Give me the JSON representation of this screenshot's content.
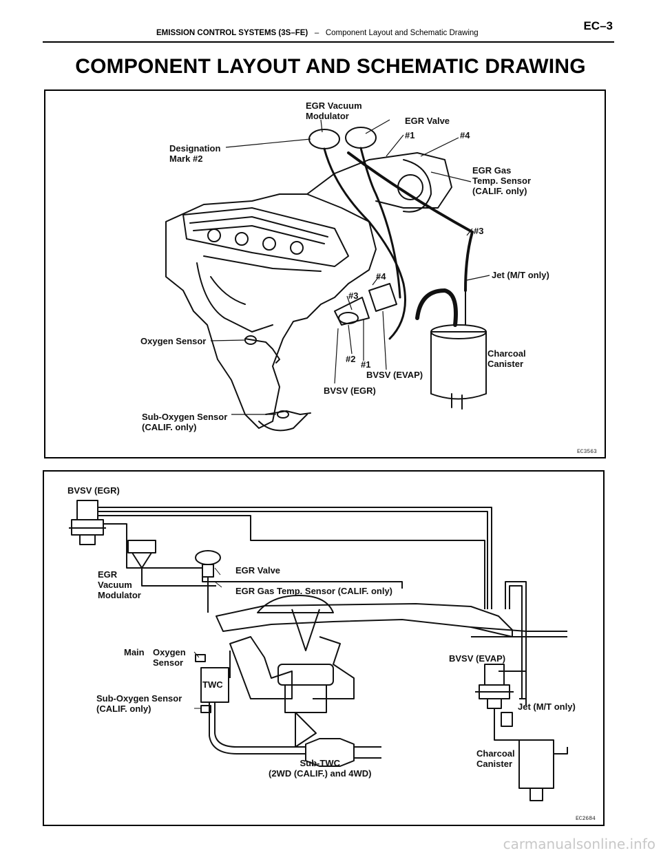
{
  "header": {
    "section": "EMISSION CONTROL SYSTEMS (3S–FE)",
    "separator": "–",
    "subsection": "Component Layout and Schematic Drawing",
    "page": "EC–3"
  },
  "page_title": "COMPONENT LAYOUT AND SCHEMATIC DRAWING",
  "layout_figure": {
    "code": "EC3563",
    "labels": {
      "egr_vacuum_modulator": "EGR Vacuum\nModulator",
      "egr_valve": "EGR Valve",
      "mark_1": "#1",
      "mark_4_top": "#4",
      "designation_mark": "Designation\nMark #2",
      "egr_gas_temp": "EGR Gas\nTemp. Sensor\n(CALIF. only)",
      "mark_3_right": "#3",
      "jet": "Jet (M/T only)",
      "mark_4_mid": "#4",
      "mark_3_mid": "#3",
      "oxygen_sensor": "Oxygen Sensor",
      "charcoal_canister": "Charcoal\nCanister",
      "mark_2": "#2",
      "mark_1_low": "#1",
      "bvsv_evap": "BVSV (EVAP)",
      "bvsv_egr": "BVSV (EGR)",
      "sub_oxygen_sensor": "Sub-Oxygen Sensor\n(CALIF. only)"
    }
  },
  "schematic_figure": {
    "code": "EC2684",
    "labels": {
      "bvsv_egr": "BVSV (EGR)",
      "egr_vacuum_modulator": "EGR\nVacuum\nModulator",
      "egr_valve": "EGR Valve",
      "egr_gas_temp": "EGR Gas Temp. Sensor (CALIF. only)",
      "main": "Main",
      "oxygen_sensor": "Oxygen\nSensor",
      "twc": "TWC",
      "sub_oxygen_sensor": "Sub-Oxygen Sensor\n(CALIF. only)",
      "bvsv_evap": "BVSV (EVAP)",
      "jet": "Jet (M/T only)",
      "sub_twc": "Sub-TWC\n(2WD (CALIF.) and 4WD)",
      "charcoal_canister": "Charcoal\nCanister"
    }
  },
  "watermark": "carmanualsonline.info"
}
